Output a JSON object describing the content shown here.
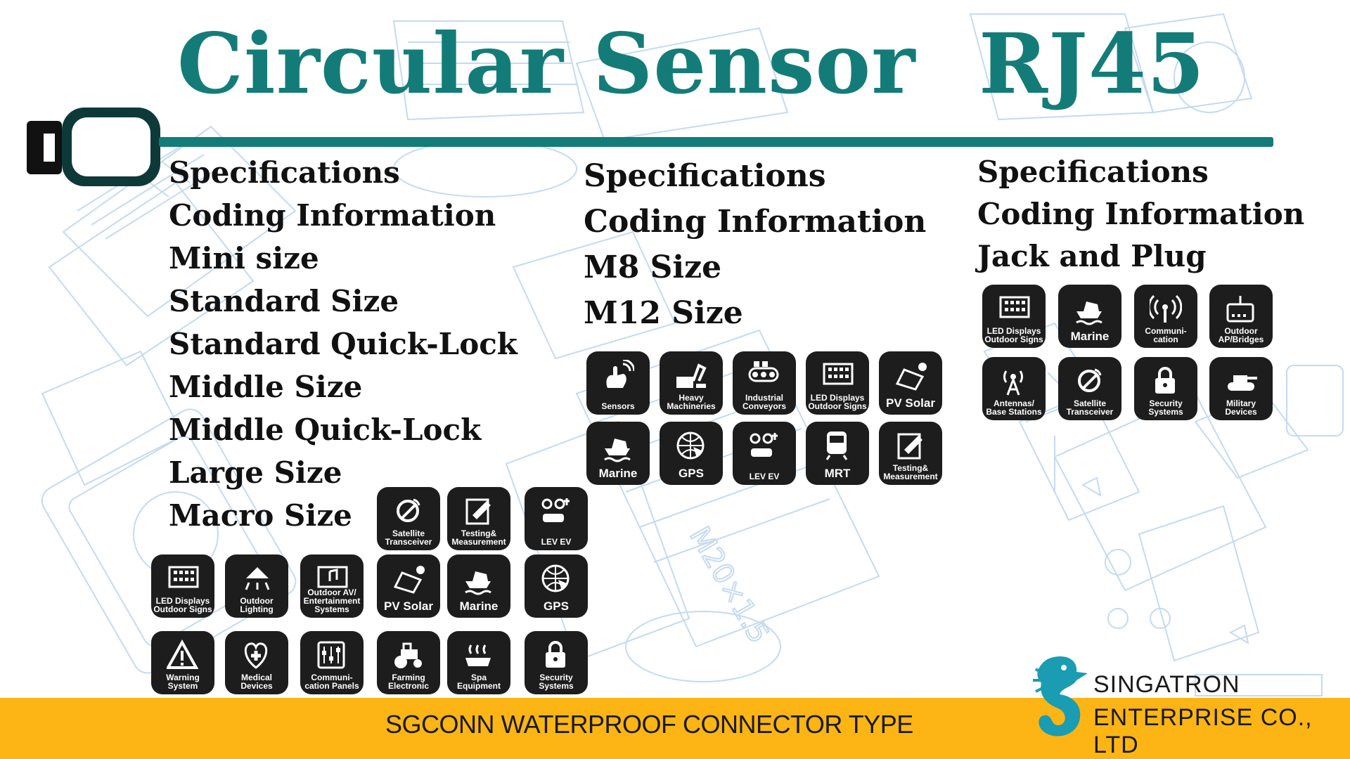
{
  "titles": {
    "circular": "Circular",
    "sensor": "Sensor",
    "rj45": "RJ45"
  },
  "circular_items": [
    "Specifications",
    "Coding Information",
    "Mini size",
    "Standard Size",
    "Standard Quick-Lock",
    "Middle Size",
    "Middle Quick-Lock",
    "Large Size",
    "Macro Size"
  ],
  "sensor_items": [
    "Specifications",
    "Coding Information",
    "M8 Size",
    "M12 Size"
  ],
  "rj45_items": [
    "Specifications",
    "Coding Information",
    "Jack and Plug"
  ],
  "circular_icons": [
    {
      "label": "Satellite Transceiver",
      "icon": "satellite-dish-icon"
    },
    {
      "label": "Testing& Measurement",
      "icon": "testing-icon"
    },
    {
      "label": "LEV EV",
      "icon": "lev-ev-icon"
    },
    {
      "label": "LED Displays Outdoor Signs",
      "icon": "led-display-icon"
    },
    {
      "label": "Outdoor Lighting",
      "icon": "outdoor-lighting-icon"
    },
    {
      "label": "Outdoor AV/ Entertainment Systems",
      "icon": "outdoor-av-icon"
    },
    {
      "label": "PV Solar",
      "icon": "pv-solar-icon"
    },
    {
      "label": "Marine",
      "icon": "marine-icon"
    },
    {
      "label": "GPS",
      "icon": "gps-icon"
    },
    {
      "label": "Warning System",
      "icon": "warning-icon"
    },
    {
      "label": "Medical Devices",
      "icon": "medical-icon"
    },
    {
      "label": "Communi- cation Panels",
      "icon": "communication-panel-icon"
    },
    {
      "label": "Farming Electronic",
      "icon": "tractor-icon"
    },
    {
      "label": "Spa Equipment",
      "icon": "spa-icon"
    },
    {
      "label": "Security Systems",
      "icon": "lock-icon"
    }
  ],
  "sensor_icons": [
    {
      "label": "Sensors",
      "icon": "sensor-hand-icon"
    },
    {
      "label": "Heavy Machineries",
      "icon": "heavy-machinery-icon"
    },
    {
      "label": "Industrial Conveyors",
      "icon": "conveyor-icon"
    },
    {
      "label": "LED Displays Outdoor Signs",
      "icon": "led-display-icon"
    },
    {
      "label": "PV Solar",
      "icon": "pv-solar-icon"
    },
    {
      "label": "Marine",
      "icon": "marine-icon"
    },
    {
      "label": "GPS",
      "icon": "gps-icon"
    },
    {
      "label": "LEV EV",
      "icon": "lev-ev-icon"
    },
    {
      "label": "MRT",
      "icon": "train-icon"
    },
    {
      "label": "Testing& Measurement",
      "icon": "testing-icon"
    }
  ],
  "rj45_icons": [
    {
      "label": "LED Displays Outdoor Signs",
      "icon": "led-display-icon"
    },
    {
      "label": "Marine",
      "icon": "marine-icon"
    },
    {
      "label": "Communi- cation",
      "icon": "communication-icon"
    },
    {
      "label": "Outdoor AP/Bridges",
      "icon": "outdoor-ap-icon"
    },
    {
      "label": "Antennas/ Base Stations",
      "icon": "antenna-icon"
    },
    {
      "label": "Satellite Transceiver",
      "icon": "satellite-dish-icon"
    },
    {
      "label": "Security Systems",
      "icon": "lock-icon"
    },
    {
      "label": "Military Devices",
      "icon": "tank-icon"
    }
  ],
  "banner": {
    "text": "SGCONN WATERPROOF CONNECTOR TYPE"
  },
  "company": {
    "line1": "SINGATRON",
    "line2": "ENTERPRISE CO., LTD"
  },
  "colors": {
    "title": "#147c78",
    "rule": "#147c78",
    "banner": "#fdb515",
    "icon_bg": "#1d1d1d",
    "logo": "#1a9cb2",
    "sketch": "#c5daf0"
  }
}
